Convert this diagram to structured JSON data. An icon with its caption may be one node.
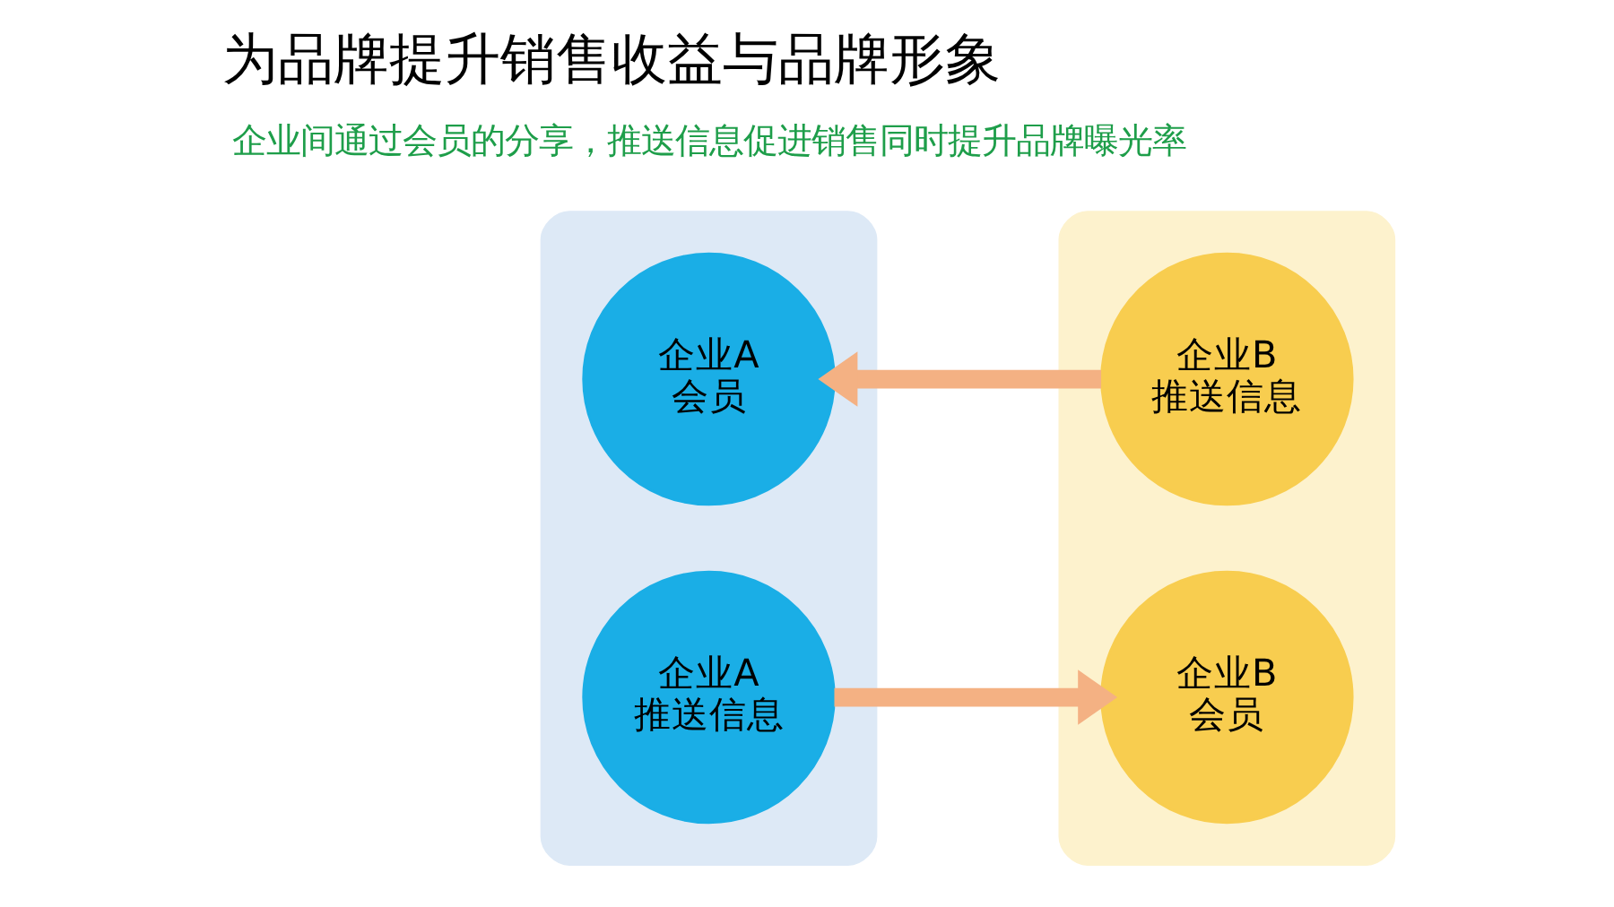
{
  "diagram": {
    "title": "为品牌提升销售收益与品牌形象",
    "nodes": [
      {
        "text": [],
        "shape": "box"
      },
      {
        "text": [
          "企业A 会员"
        ],
        "in": 0
      },
      {
        "text": [
          "企业A 推送信息"
        ],
        "in": 0
      },
      {
        "text": [],
        "shape": "box"
      },
      {
        "text": [
          "企业B 推送信息"
        ],
        "in": 3
      },
      {
        "text": [
          "企业B 会员"
        ],
        "in": 3
      }
    ],
    "edges": [
      {
        "from": 4,
        "to": 1,
        "arrow": "to"
      },
      {
        "from": 2,
        "to": 5,
        "arrow": "to"
      }
    ],
    "labels": [
      "企业间通过会员的分享，推送信息促进销售同时提升品牌曝光率"
    ]
  }
}
